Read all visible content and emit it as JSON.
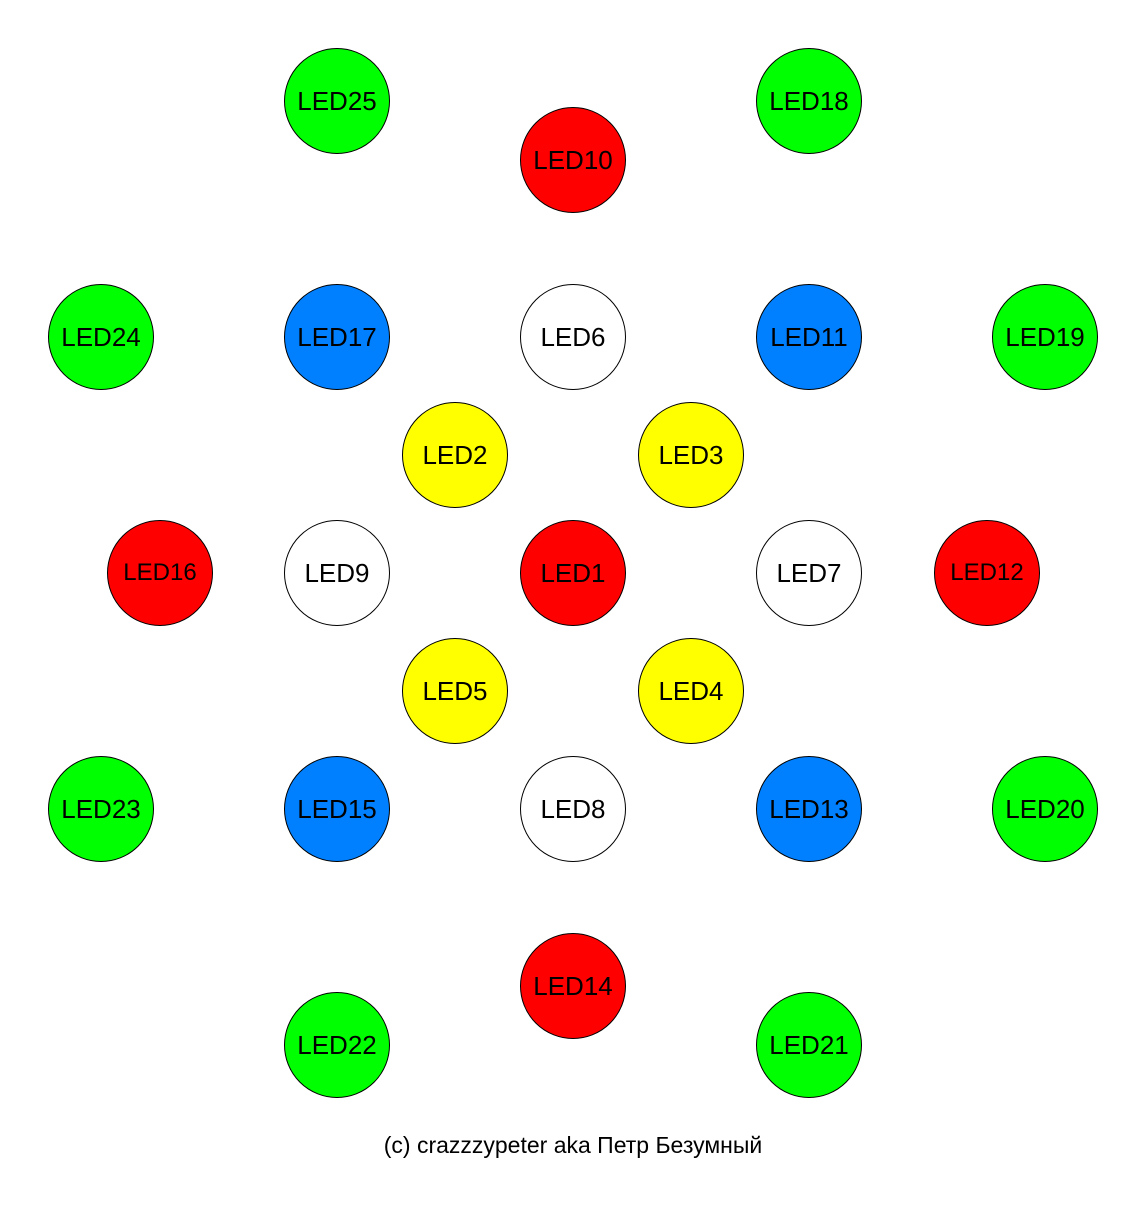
{
  "colors": {
    "red": "#ff0000",
    "green": "#00ff00",
    "blue": "#0080ff",
    "yellow": "#ffff00",
    "white": "#ffffff",
    "outline": "#000000"
  },
  "leds": [
    {
      "id": "LED1",
      "label": "LED1",
      "color": "red"
    },
    {
      "id": "LED2",
      "label": "LED2",
      "color": "yellow"
    },
    {
      "id": "LED3",
      "label": "LED3",
      "color": "yellow"
    },
    {
      "id": "LED4",
      "label": "LED4",
      "color": "yellow"
    },
    {
      "id": "LED5",
      "label": "LED5",
      "color": "yellow"
    },
    {
      "id": "LED6",
      "label": "LED6",
      "color": "white"
    },
    {
      "id": "LED7",
      "label": "LED7",
      "color": "white"
    },
    {
      "id": "LED8",
      "label": "LED8",
      "color": "white"
    },
    {
      "id": "LED9",
      "label": "LED9",
      "color": "white"
    },
    {
      "id": "LED10",
      "label": "LED10",
      "color": "red"
    },
    {
      "id": "LED11",
      "label": "LED11",
      "color": "blue"
    },
    {
      "id": "LED12",
      "label": "LED12",
      "color": "red"
    },
    {
      "id": "LED13",
      "label": "LED13",
      "color": "blue"
    },
    {
      "id": "LED14",
      "label": "LED14",
      "color": "red"
    },
    {
      "id": "LED15",
      "label": "LED15",
      "color": "blue"
    },
    {
      "id": "LED16",
      "label": "LED16",
      "color": "red"
    },
    {
      "id": "LED17",
      "label": "LED17",
      "color": "blue"
    },
    {
      "id": "LED18",
      "label": "LED18",
      "color": "green"
    },
    {
      "id": "LED19",
      "label": "LED19",
      "color": "green"
    },
    {
      "id": "LED20",
      "label": "LED20",
      "color": "green"
    },
    {
      "id": "LED21",
      "label": "LED21",
      "color": "green"
    },
    {
      "id": "LED22",
      "label": "LED22",
      "color": "green"
    },
    {
      "id": "LED23",
      "label": "LED23",
      "color": "green"
    },
    {
      "id": "LED24",
      "label": "LED24",
      "color": "green"
    },
    {
      "id": "LED25",
      "label": "LED25",
      "color": "green"
    }
  ],
  "credit": "(c) crazzzypeter aka Петр Безумный"
}
